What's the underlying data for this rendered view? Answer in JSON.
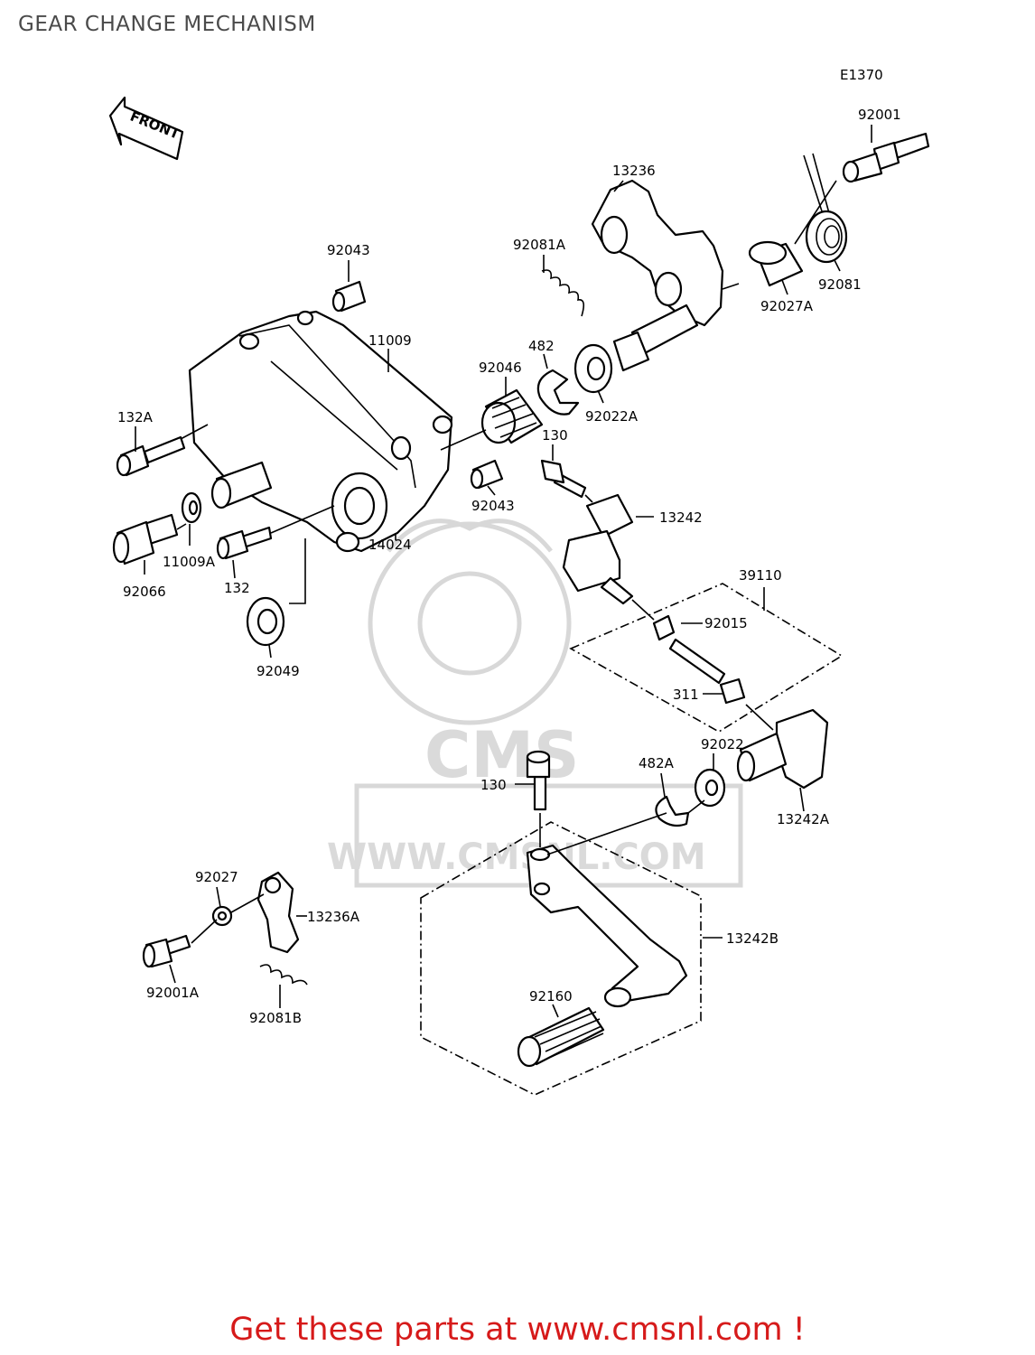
{
  "title": "GEAR CHANGE MECHANISM",
  "diagram_code": "E1370",
  "front_label": "FRONT",
  "watermark_text": "WWW.CMSNL.COM",
  "watermark_logo_text": "CMS",
  "parts": {
    "p92001": "92001",
    "p13236": "13236",
    "p92043_top": "92043",
    "p92081A": "92081A",
    "p11009": "11009",
    "p482": "482",
    "p92046": "92046",
    "p92081": "92081",
    "p92027A": "92027A",
    "p92022A": "92022A",
    "p132A": "132A",
    "p130_top": "130",
    "p92043_mid": "92043",
    "p13242": "13242",
    "p11009A": "11009A",
    "p92066": "92066",
    "p132": "132",
    "p14024": "14024",
    "p39110": "39110",
    "p92015": "92015",
    "p92049": "92049",
    "p311": "311",
    "p92022": "92022",
    "p482A": "482A",
    "p130_mid": "130",
    "p13242A": "13242A",
    "p92027": "92027",
    "p13236A": "13236A",
    "p13242B": "13242B",
    "p92001A": "92001A",
    "p92081B": "92081B",
    "p92160": "92160"
  },
  "footer": "Get these parts at www.cmsnl.com !"
}
